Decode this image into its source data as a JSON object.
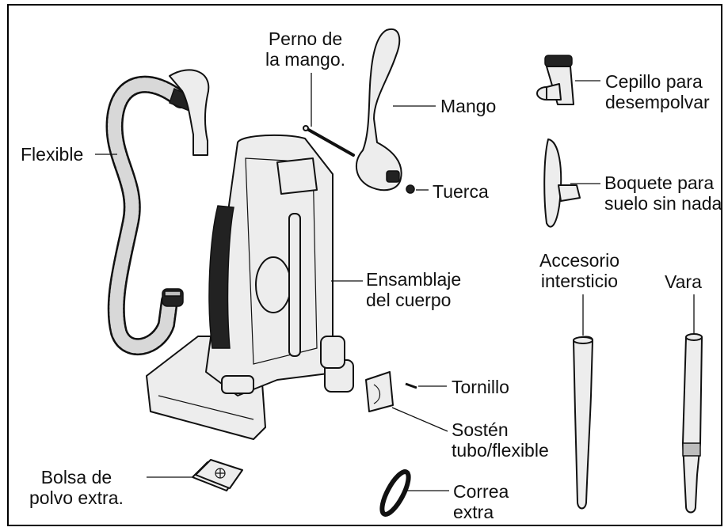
{
  "labels": {
    "perno_line1": "Perno de",
    "perno_line2": "la mango.",
    "mango": "Mango",
    "tuerca": "Tuerca",
    "flexible": "Flexible",
    "ensamblaje_line1": "Ensamblaje",
    "ensamblaje_line2": "del cuerpo",
    "tornillo": "Tornillo",
    "sosten_line1": "Sostén",
    "sosten_line2": "tubo/flexible",
    "bolsa_line1": "Bolsa de",
    "bolsa_line2": "polvo extra.",
    "correa_line1": "Correa",
    "correa_line2": "extra",
    "cepillo_line1": "Cepillo para",
    "cepillo_line2": "desempolvar",
    "boquete_line1": "Boquete para",
    "boquete_line2": "suelo sin nada",
    "accesorio_line1": "Accesorio",
    "accesorio_line2": "intersticio",
    "vara": "Vara"
  },
  "colors": {
    "line": "#111111",
    "part_fill": "#ededed",
    "background": "#ffffff"
  }
}
